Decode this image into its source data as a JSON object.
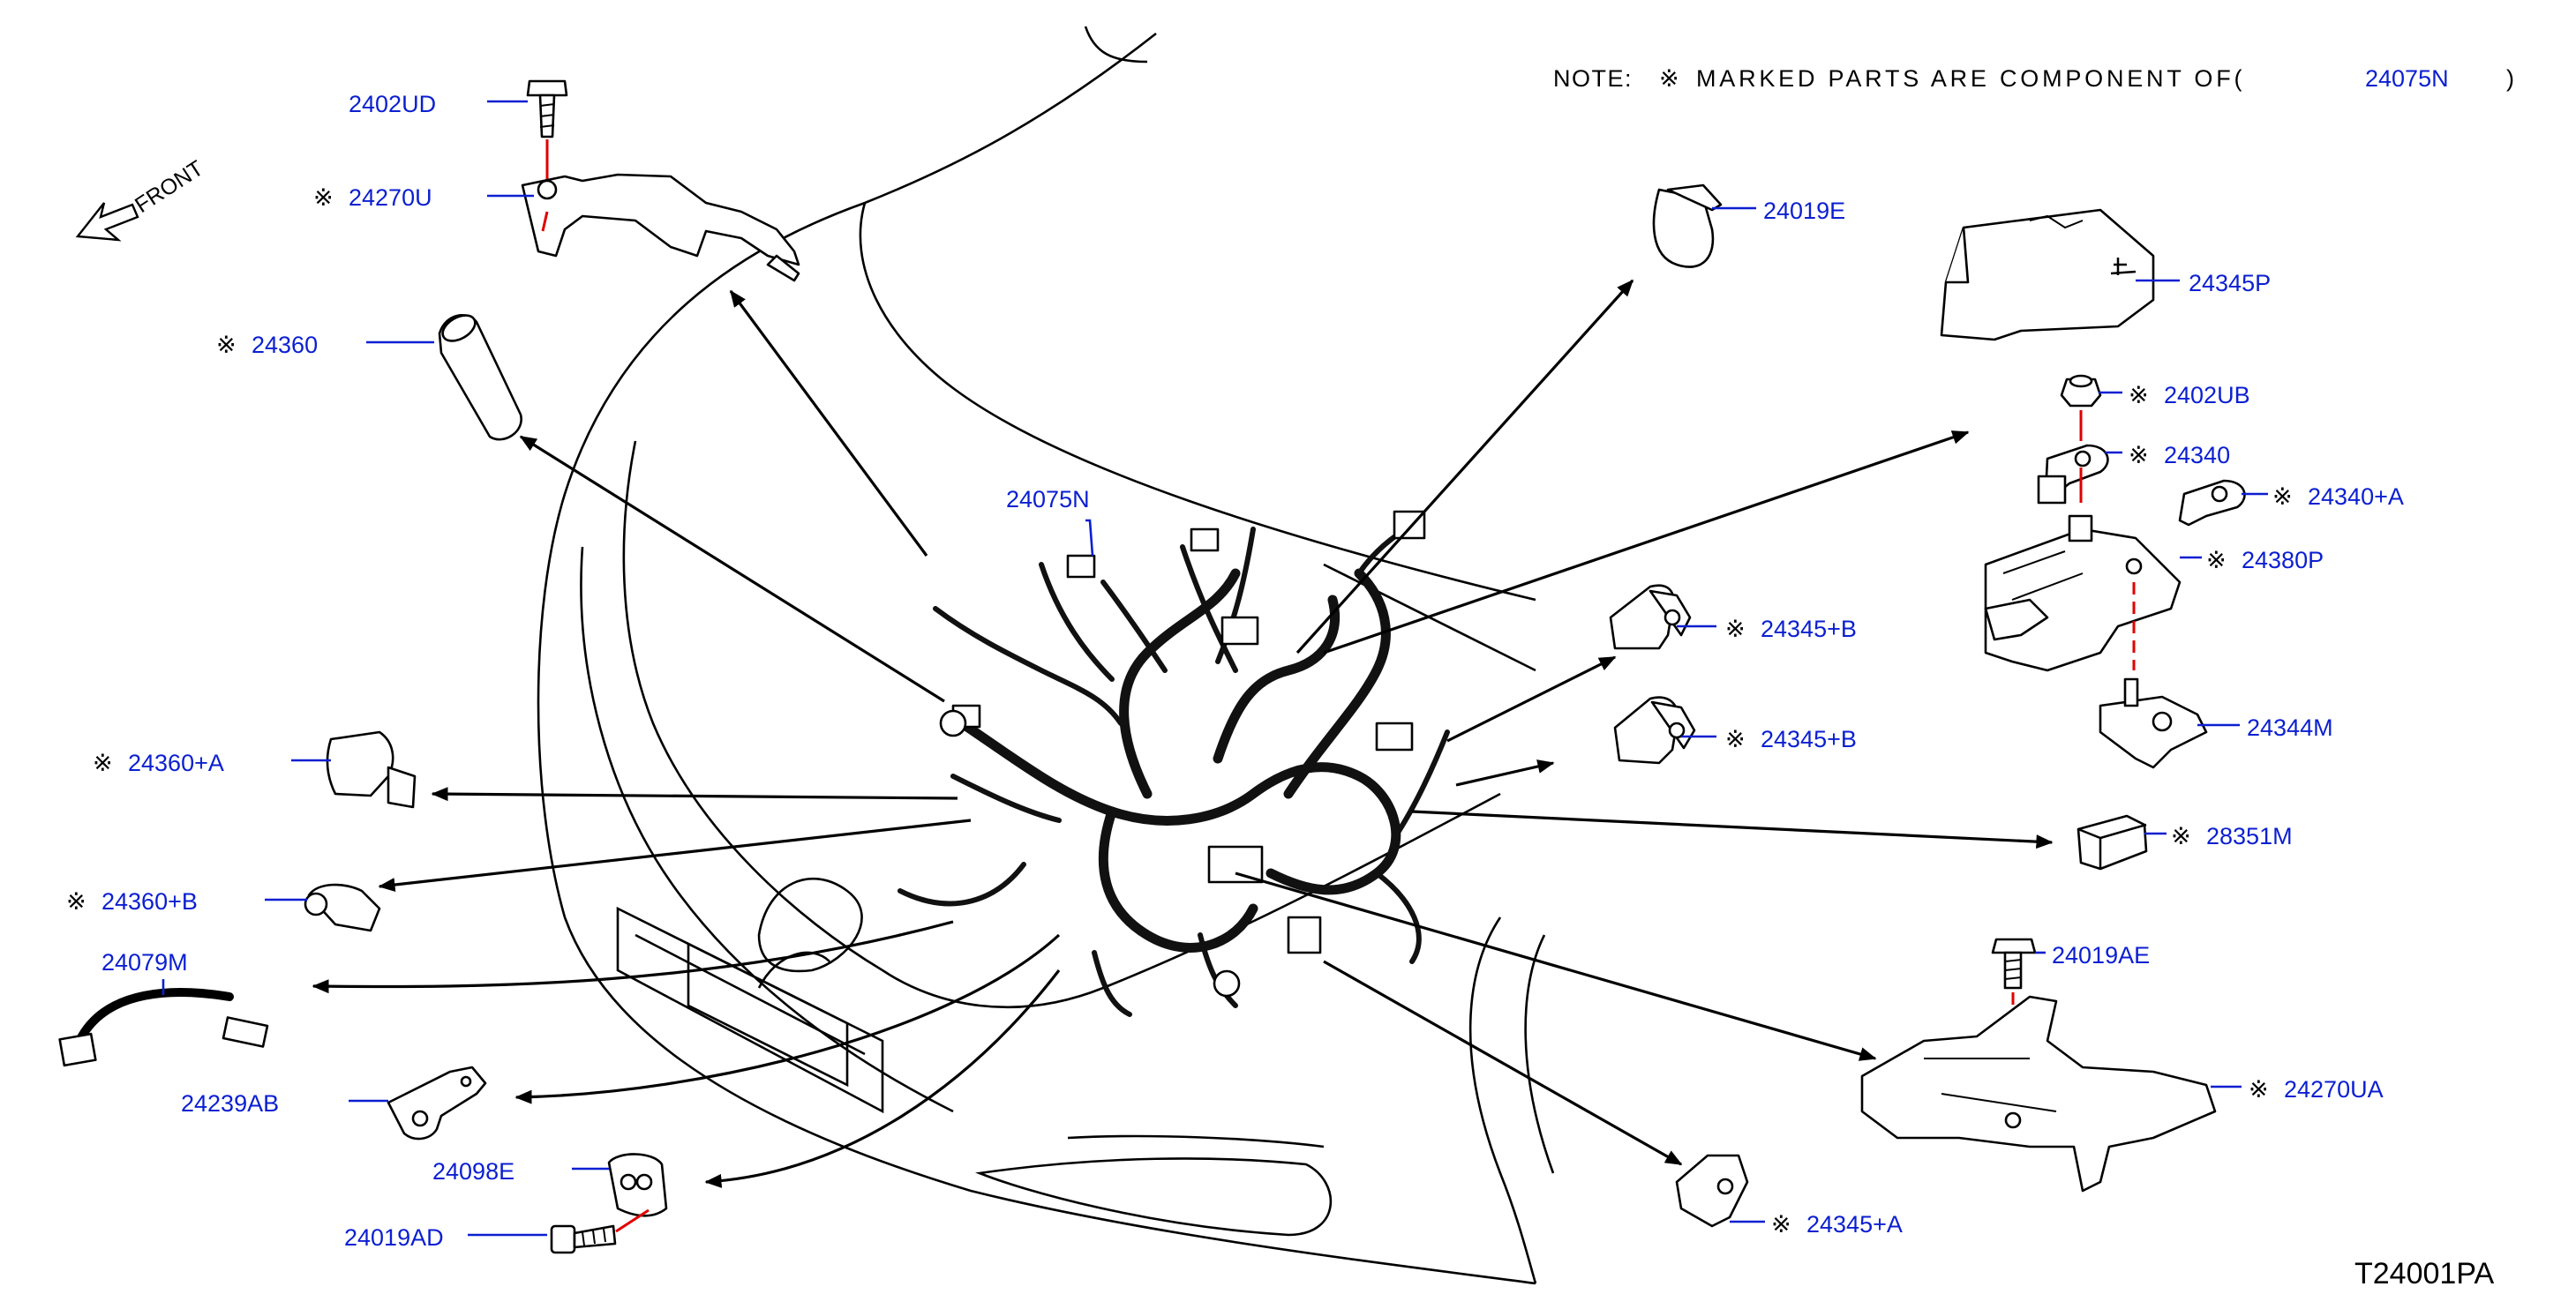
{
  "note": {
    "prefix": "NOTE:",
    "mark": "※",
    "text": "MARKED PARTS ARE COMPONENT OF(",
    "part": "24075N",
    "suffix": ")"
  },
  "front_label": "FRONT",
  "reference_code": "T24001PA",
  "mark_symbol": "※",
  "parts": [
    {
      "id": "p01",
      "number": "2402UD",
      "marked": false
    },
    {
      "id": "p02",
      "number": "24270U",
      "marked": true
    },
    {
      "id": "p03",
      "number": "24360",
      "marked": true
    },
    {
      "id": "p04",
      "number": "24075N",
      "marked": false
    },
    {
      "id": "p05",
      "number": "24360+A",
      "marked": true
    },
    {
      "id": "p06",
      "number": "24360+B",
      "marked": true
    },
    {
      "id": "p07",
      "number": "24079M",
      "marked": false
    },
    {
      "id": "p08",
      "number": "24239AB",
      "marked": false
    },
    {
      "id": "p09",
      "number": "24098E",
      "marked": false
    },
    {
      "id": "p10",
      "number": "24019AD",
      "marked": false
    },
    {
      "id": "p11",
      "number": "24019E",
      "marked": false
    },
    {
      "id": "p12",
      "number": "24345P",
      "marked": false
    },
    {
      "id": "p13",
      "number": "2402UB",
      "marked": true
    },
    {
      "id": "p14",
      "number": "24340",
      "marked": true
    },
    {
      "id": "p15",
      "number": "24340+A",
      "marked": true
    },
    {
      "id": "p16",
      "number": "24380P",
      "marked": true
    },
    {
      "id": "p17",
      "number": "24345+B",
      "marked": true
    },
    {
      "id": "p18",
      "number": "24345+B",
      "marked": true
    },
    {
      "id": "p19",
      "number": "24344M",
      "marked": false
    },
    {
      "id": "p20",
      "number": "28351M",
      "marked": true
    },
    {
      "id": "p21",
      "number": "24019AE",
      "marked": false
    },
    {
      "id": "p22",
      "number": "24270UA",
      "marked": true
    },
    {
      "id": "p23",
      "number": "24345+A",
      "marked": true
    }
  ]
}
